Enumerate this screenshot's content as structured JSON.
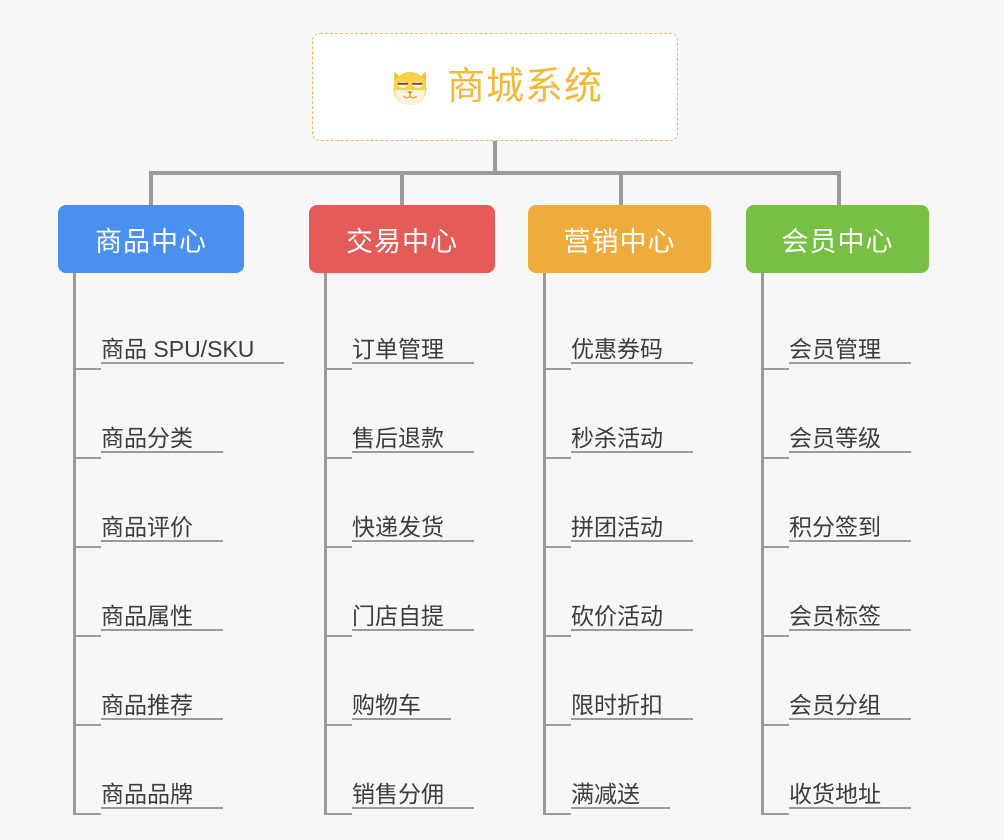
{
  "root": {
    "title": "商城系统",
    "icon": "shiba-dog-emoji",
    "accent_color": "#f2b93c",
    "border_color": "#e8b96a",
    "background": "#ffffff"
  },
  "canvas": {
    "background": "#f7f7f7",
    "connector_color": "#9b9b9b"
  },
  "columns": [
    {
      "title": "商品中心",
      "color": "#4a90ee",
      "items": [
        "商品 SPU/SKU",
        "商品分类",
        "商品评价",
        "商品属性",
        "商品推荐",
        "商品品牌"
      ]
    },
    {
      "title": "交易中心",
      "color": "#e45b58",
      "items": [
        "订单管理",
        "售后退款",
        "快递发货",
        "门店自提",
        "购物车",
        "销售分佣"
      ]
    },
    {
      "title": "营销中心",
      "color": "#eeac3c",
      "items": [
        "优惠券码",
        "秒杀活动",
        "拼团活动",
        "砍价活动",
        "限时折扣",
        "满减送"
      ]
    },
    {
      "title": "会员中心",
      "color": "#78c043",
      "items": [
        "会员管理",
        "会员等级",
        "积分签到",
        "会员标签",
        "会员分组",
        "收货地址"
      ]
    }
  ]
}
